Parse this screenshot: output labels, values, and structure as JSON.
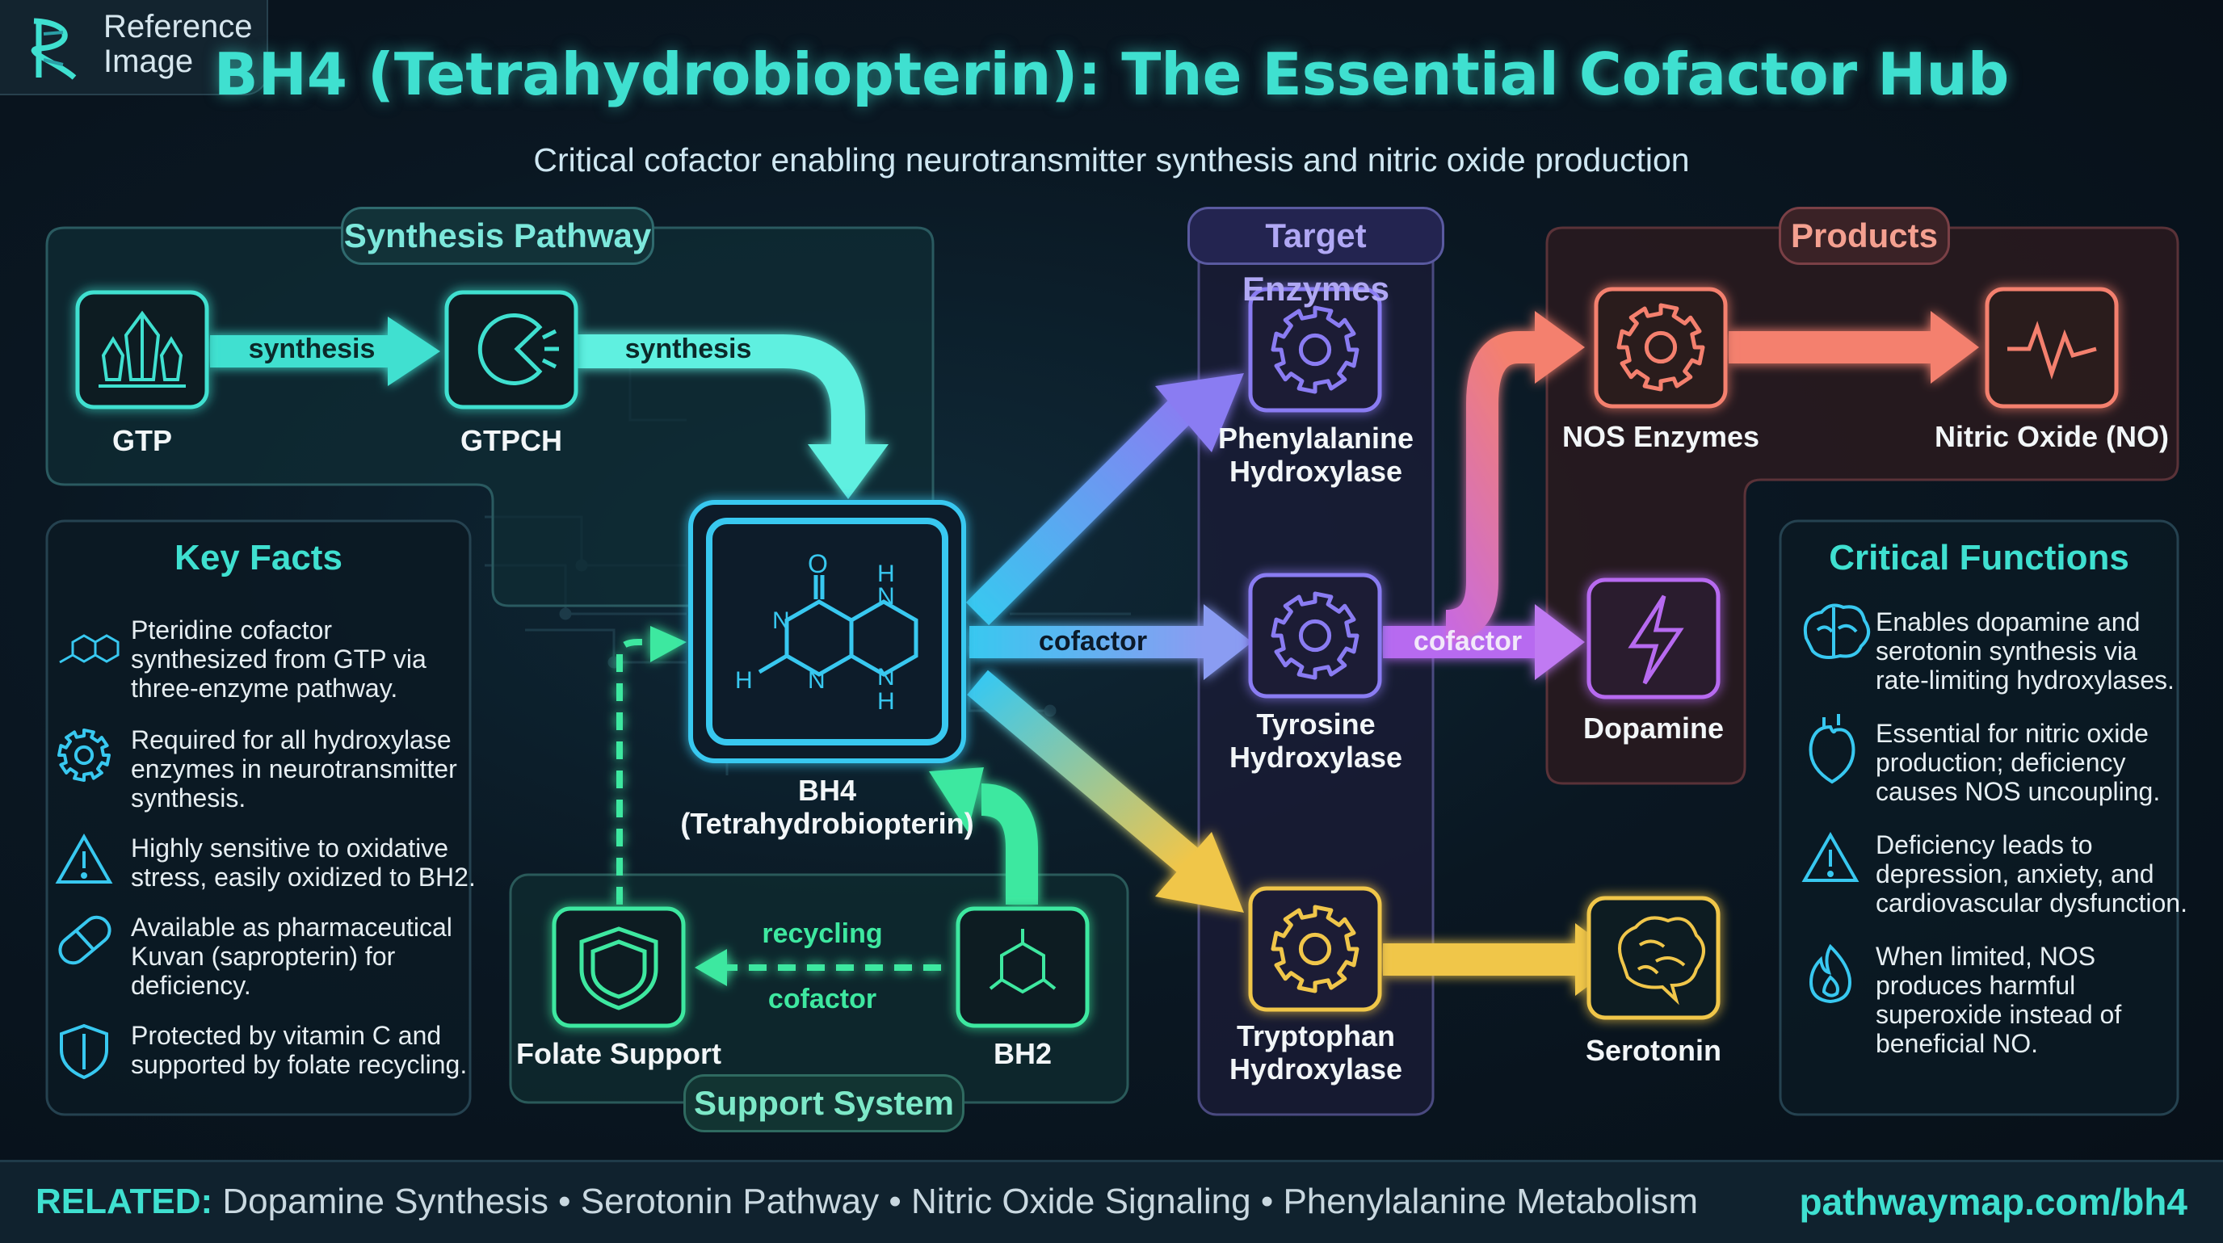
{
  "reference_badge": {
    "line1": "Reference",
    "line2": "Image"
  },
  "title": "BH4 (Tetrahydrobiopterin): The Essential Cofactor Hub",
  "subtitle": "Critical cofactor enabling neurotransmitter synthesis and nitric oxide production",
  "panels": {
    "synthesis": "Synthesis Pathway",
    "target_enzymes": "Target Enzymes",
    "products": "Products",
    "support": "Support System"
  },
  "nodes": {
    "gtp": "GTP",
    "gtpch": "GTPCH",
    "bh4_line1": "BH4",
    "bh4_line2": "(Tetrahydrobiopterin)",
    "phe_line1": "Phenylalanine",
    "phe_line2": "Hydroxylase",
    "tyr_line1": "Tyrosine",
    "tyr_line2": "Hydroxylase",
    "trp_line1": "Tryptophan",
    "trp_line2": "Hydroxylase",
    "nos": "NOS Enzymes",
    "no": "Nitric Oxide (NO)",
    "dopamine": "Dopamine",
    "serotonin": "Serotonin",
    "folate": "Folate Support",
    "bh2": "BH2"
  },
  "arrow_labels": {
    "synthesis_1": "synthesis",
    "synthesis_2": "synthesis",
    "cofactor_1": "cofactor",
    "cofactor_2": "cofactor",
    "recycling": "recycling",
    "recycling_cofactor": "cofactor"
  },
  "molecule_atoms": {
    "o": "O",
    "n": "N",
    "h": "H"
  },
  "key_facts": {
    "title": "Key Facts",
    "items": [
      {
        "icon": "pteridine-structure-icon",
        "lines": [
          "Pteridine cofactor",
          "synthesized from GTP via",
          "three-enzyme pathway."
        ]
      },
      {
        "icon": "gear-icon",
        "lines": [
          "Required for all hydroxylase",
          "enzymes in neurotransmitter",
          "synthesis."
        ]
      },
      {
        "icon": "warning-icon",
        "lines": [
          "Highly sensitive to oxidative",
          "stress, easily oxidized to BH2."
        ]
      },
      {
        "icon": "pill-icon",
        "lines": [
          "Available as pharmaceutical",
          "Kuvan (sapropterin) for",
          "deficiency."
        ]
      },
      {
        "icon": "shield-icon",
        "lines": [
          "Protected by vitamin C and",
          "supported by folate recycling."
        ]
      }
    ]
  },
  "critical_functions": {
    "title": "Critical Functions",
    "items": [
      {
        "icon": "brain-icon",
        "lines": [
          "Enables dopamine and",
          "serotonin synthesis via",
          "rate-limiting hydroxylases."
        ]
      },
      {
        "icon": "heart-icon",
        "lines": [
          "Essential for nitric oxide",
          "production; deficiency",
          "causes NOS uncoupling."
        ]
      },
      {
        "icon": "warning-icon",
        "lines": [
          "Deficiency leads to",
          "depression, anxiety, and",
          "cardiovascular dysfunction."
        ]
      },
      {
        "icon": "flame-icon",
        "lines": [
          "When limited, NOS",
          "produces harmful",
          "superoxide instead of",
          "beneficial NO."
        ]
      }
    ]
  },
  "footer": {
    "related_label": "RELATED:",
    "related_text": " Dopamine Synthesis • Serotonin Pathway • Nitric Oxide Signaling • Phenylalanine Metabolism",
    "url": "pathwaymap.com/bh4"
  },
  "colors": {
    "teal": "#3fe0d0",
    "cyan": "#38c8f0",
    "purple": "#9a86f0",
    "salmon": "#f4806e",
    "yellow": "#f0c64a",
    "violet": "#b76af0",
    "green": "#3ee8a0"
  }
}
